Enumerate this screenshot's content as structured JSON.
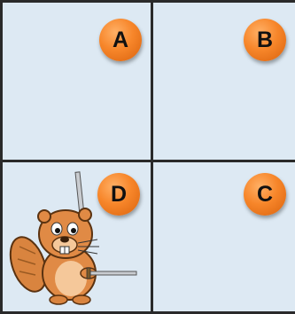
{
  "cells": {
    "A": {
      "label": "A"
    },
    "B": {
      "label": "B"
    },
    "C": {
      "label": "C"
    },
    "D": {
      "label": "D"
    }
  },
  "colors": {
    "background": "#dde9f3",
    "grid_lines": "#2a2a2a",
    "badge": "#f7862a",
    "beaver_body": "#e08a45"
  },
  "icons": {
    "character": "beaver-with-swords-icon"
  }
}
